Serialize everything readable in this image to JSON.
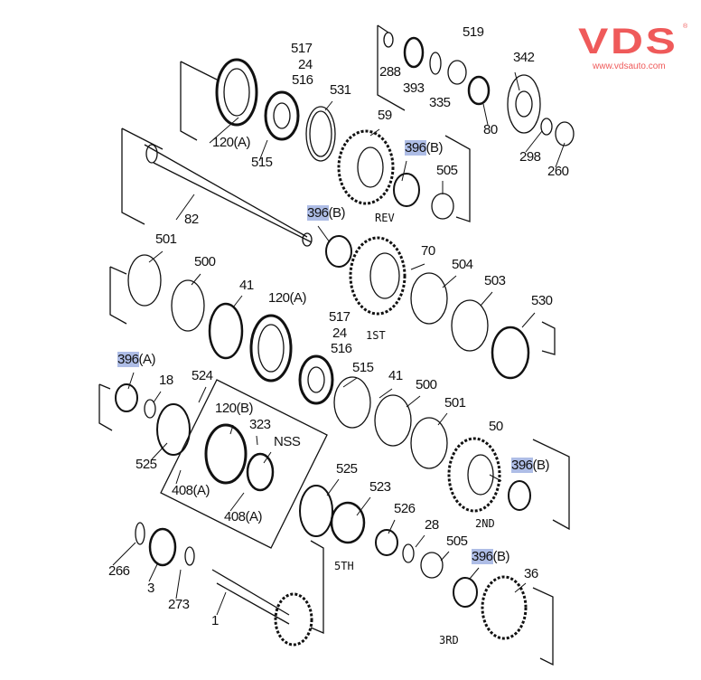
{
  "logo": {
    "brand": "VDS",
    "url": "www.vdsauto.com",
    "reg": "®"
  },
  "labels": {
    "l517a": "517",
    "l24a": "24",
    "l516a": "516",
    "l531": "531",
    "l120a_top": "120(A)",
    "l515a": "515",
    "l59": "59",
    "l82": "82",
    "l288": "288",
    "l393": "393",
    "l335": "335",
    "l519": "519",
    "l80": "80",
    "l342": "342",
    "l298": "298",
    "l260": "260",
    "l396b_1": "396",
    "l396b_1s": "(B)",
    "l505a": "505",
    "l396b_2": "396",
    "l396b_2s": "(B)",
    "l501a": "501",
    "l500a": "500",
    "l41a": "41",
    "l120a_mid": "120(A)",
    "l70": "70",
    "l504": "504",
    "l503": "503",
    "l530": "530",
    "l517b": "517",
    "l24b": "24",
    "l516b": "516",
    "l515b": "515",
    "l41b": "41",
    "l500b": "500",
    "l501b": "501",
    "l396a": "396",
    "l396as": "(A)",
    "l18": "18",
    "l524": "524",
    "l120b": "120(B)",
    "l323": "323",
    "lnss": "NSS",
    "l525a": "525",
    "l408a_1": "408(A)",
    "l408a_2": "408(A)",
    "l525b": "525",
    "l523": "523",
    "l50": "50",
    "l396b_3": "396",
    "l396b_3s": "(B)",
    "l526": "526",
    "l28": "28",
    "l505b": "505",
    "l396b_4": "396",
    "l396b_4s": "(B)",
    "l36": "36",
    "l266": "266",
    "l3": "3",
    "l273": "273",
    "l1": "1"
  },
  "gear_positions": {
    "rev": "REV",
    "first": "1ST",
    "second": "2ND",
    "third": "3RD",
    "fifth": "5TH"
  }
}
